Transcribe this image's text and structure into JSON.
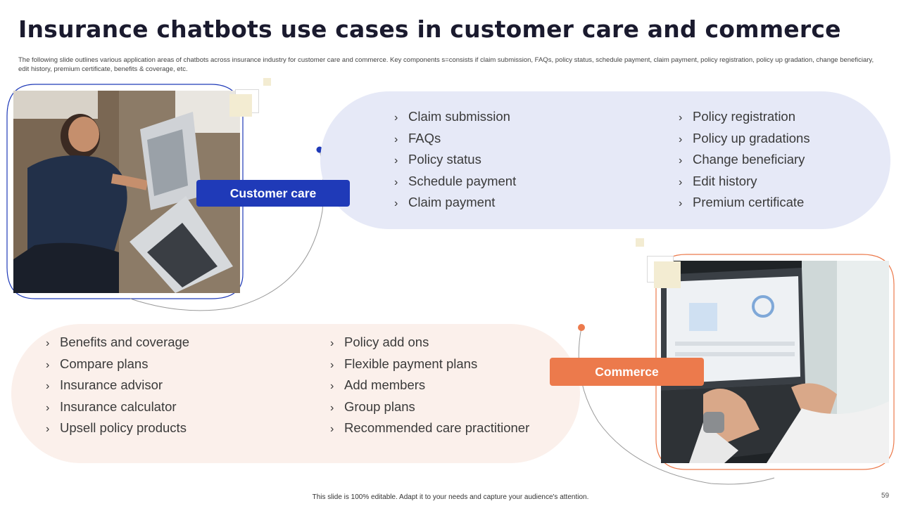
{
  "header": {
    "title": "Insurance chatbots use cases in customer care and commerce",
    "subtitle": "The following slide outlines various application areas of chatbots across insurance industry for customer care and commerce. Key components s=consists if claim submission, FAQs, policy status, schedule payment, claim payment, policy registration, policy up gradation, change beneficiary, edit history, premium certificate, benefits & coverage, etc."
  },
  "customer_care": {
    "label": "Customer care",
    "left_items": [
      "Claim submission",
      "FAQs",
      "Policy status",
      "Schedule payment",
      "Claim payment"
    ],
    "right_items": [
      "Policy registration",
      "Policy up gradations",
      "Change beneficiary",
      "Edit history",
      "Premium certificate"
    ]
  },
  "commerce": {
    "label": "Commerce",
    "left_items": [
      "Benefits and coverage",
      "Compare plans",
      "Insurance advisor",
      "Insurance calculator",
      "Upsell policy products"
    ],
    "right_items": [
      "Policy add ons",
      "Flexible payment plans",
      "Add members",
      "Group plans",
      "Recommended care practitioner"
    ]
  },
  "bullet": "›",
  "footer": {
    "note": "This slide is 100% editable. Adapt it to your needs and capture your audience's attention.",
    "page_number": "59"
  },
  "colors": {
    "customer_care_accent": "#1f3ab8",
    "commerce_accent": "#ec7a4c",
    "customer_care_bg": "#e6e9f7",
    "commerce_bg": "#fbf0eb",
    "square_accent": "#f3ecd2"
  }
}
